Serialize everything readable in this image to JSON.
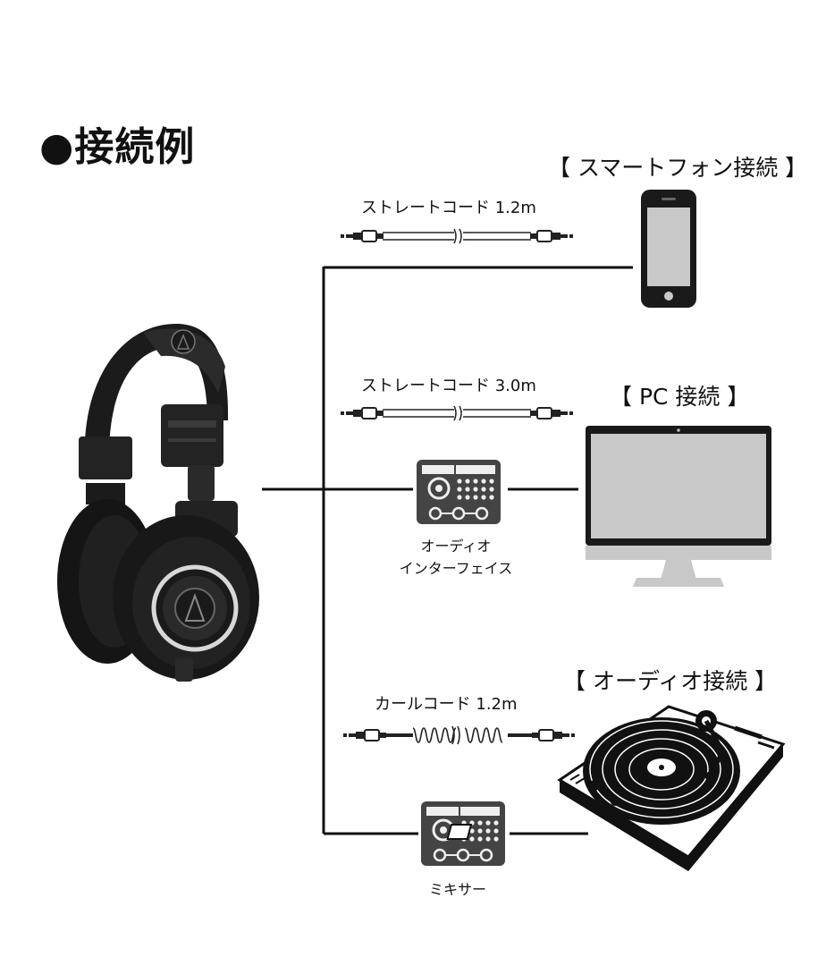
{
  "title": "●接続例",
  "sections": {
    "smartphone": {
      "title": "【 スマートフォン接続 】",
      "cable": "ストレートコード 1.2m"
    },
    "pc": {
      "title": "【 PC 接続 】",
      "cable": "ストレートコード 3.0m",
      "device_line1": "オーディオ",
      "device_line2": "インターフェイス"
    },
    "audio": {
      "title": "【 オーディオ接続 】",
      "cable": "カールコード 1.2m",
      "device": "ミキサー"
    }
  },
  "icons": {
    "headphones": "headphones-icon",
    "smartphone": "smartphone-icon",
    "monitor": "monitor-icon",
    "audio_interface": "audio-interface-icon",
    "mixer": "mixer-icon",
    "turntable": "turntable-icon",
    "cable": "cable-icon"
  },
  "colors": {
    "line": "#111111",
    "screen": "#c8c8c8",
    "device_gray": "#4a4a4a"
  }
}
